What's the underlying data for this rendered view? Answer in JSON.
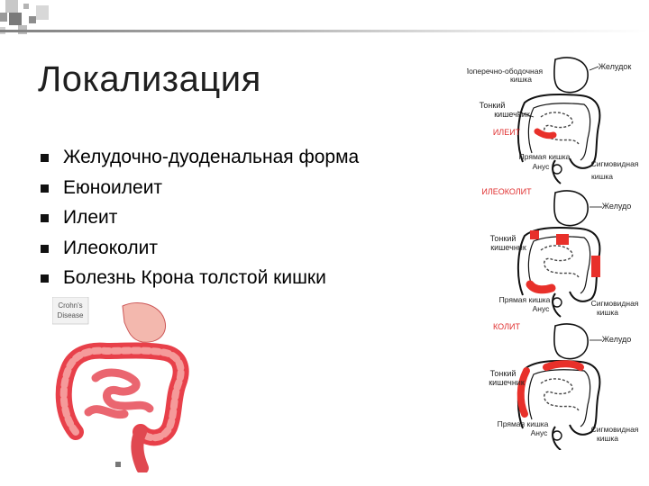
{
  "slide": {
    "title": "Локализация",
    "bullets": [
      "Желудочно-дуоденальная форма",
      "Еюноилеит",
      "Илеит",
      "Илеоколит",
      "Болезнь Крона толстой кишки"
    ]
  },
  "crohn_image": {
    "label_line1": "Crohn's",
    "label_line2": "Disease"
  },
  "diagrams": {
    "d1": {
      "colon_label_line1": "Поперечно-ободочная",
      "colon_label_line2": "кишка",
      "stomach": "Желудок",
      "small_line1": "Тонкий",
      "small_line2": "кишечник",
      "name": "ИЛЕИТ",
      "rectum": "Прямая кишка",
      "anus": "Анус",
      "sigmoid_line1": "Сигмовидная",
      "sigmoid_line2": "кишка"
    },
    "d2": {
      "name": "ИЛЕОКОЛИТ",
      "stomach": "Желудо",
      "small_line1": "Тонкий",
      "small_line2": "кишечник",
      "rectum": "Прямая кишка",
      "anus": "Анус",
      "sigmoid_line1": "Сигмовидная",
      "sigmoid_line2": "кишка"
    },
    "d3": {
      "name": "КОЛИТ",
      "stomach": "Желудо",
      "small_line1": "Тонкий",
      "small_line2": "кишечник",
      "rectum": "Прямая кишка",
      "anus": "Анус",
      "sigmoid_line1": "Сигмовидная",
      "sigmoid_line2": "кишка"
    }
  },
  "colors": {
    "inflamed": "#e8302a",
    "diagram_label_red": "#e03030",
    "bullet": "#111111"
  }
}
